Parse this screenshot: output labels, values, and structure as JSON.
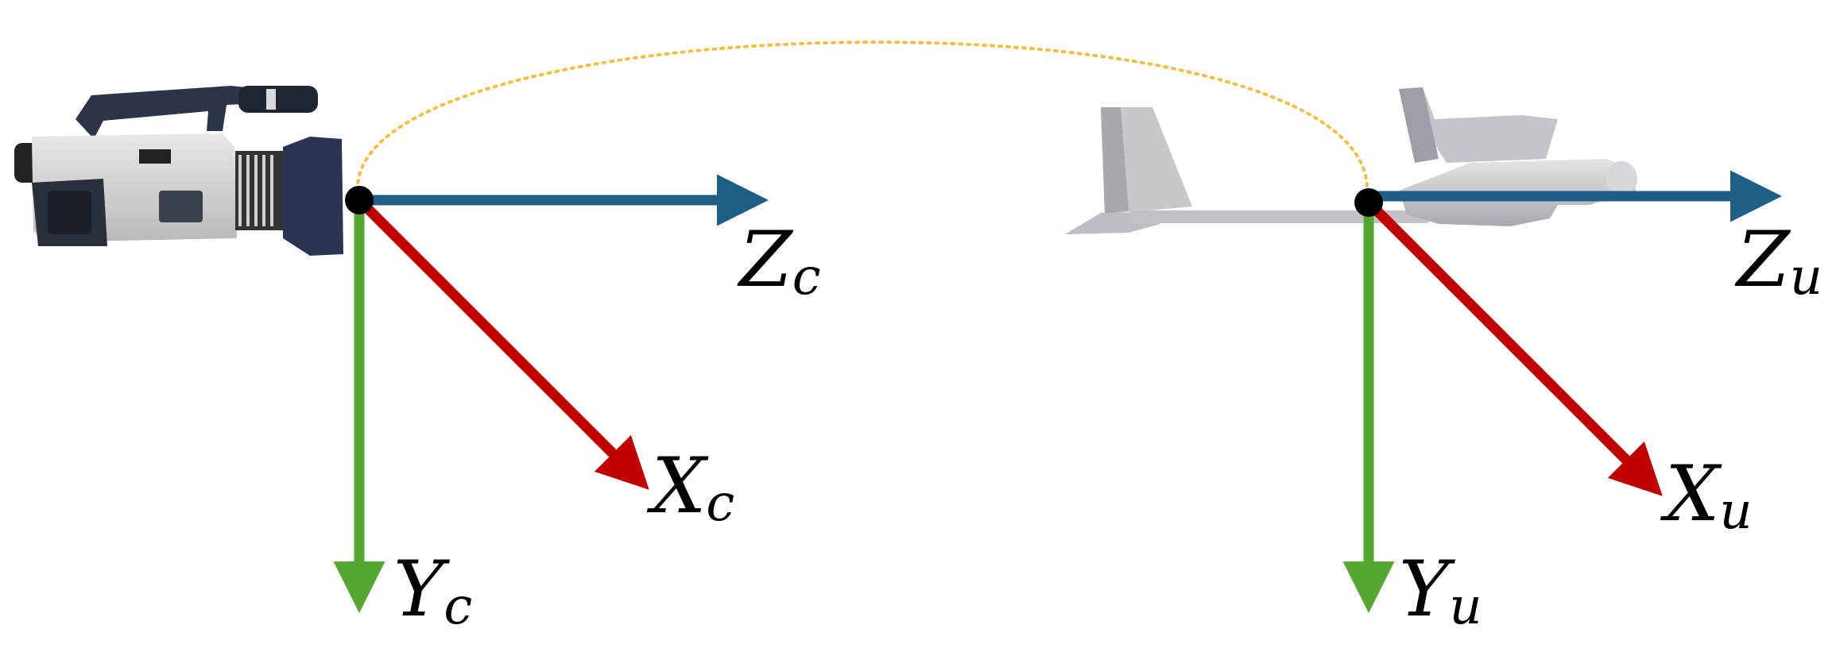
{
  "colors": {
    "z_axis": "#1f5f85",
    "x_axis": "#c00000",
    "y_axis": "#55a82f",
    "link_curve": "#f0c040",
    "origin": "#000000"
  },
  "icons": {
    "camera": "video-camera-icon",
    "uav": "fixed-wing-uav-icon"
  },
  "camera_frame": {
    "z_label": {
      "main": "Z",
      "sub": "c"
    },
    "x_label": {
      "main": "X",
      "sub": "c"
    },
    "y_label": {
      "main": "Y",
      "sub": "c"
    }
  },
  "uav_frame": {
    "z_label": {
      "main": "Z",
      "sub": "u"
    },
    "x_label": {
      "main": "X",
      "sub": "u"
    },
    "y_label": {
      "main": "Y",
      "sub": "u"
    }
  }
}
